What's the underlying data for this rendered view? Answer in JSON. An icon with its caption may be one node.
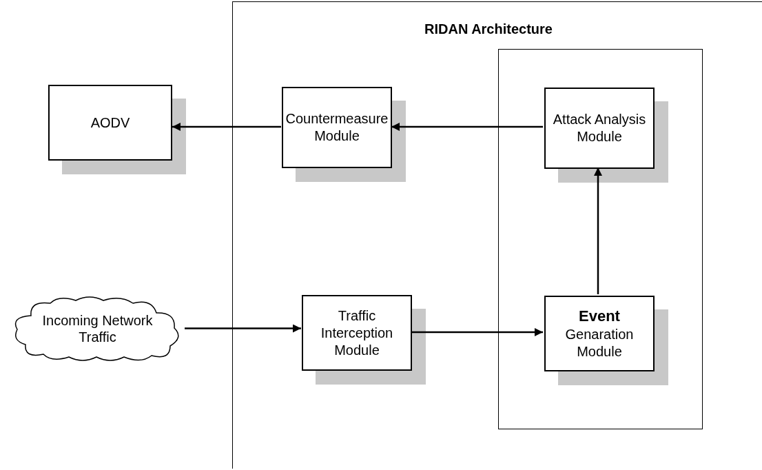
{
  "diagram": {
    "nodes": [
      {
        "text": [
          "RIDAN Architecture"
        ]
      },
      {
        "text": [],
        "shape": "box",
        "in": 0
      },
      {
        "text": [
          "AODV"
        ]
      },
      {
        "text": [
          "Countermeasure Module"
        ],
        "in": 0
      },
      {
        "text": [
          "Attack Analysis Module"
        ],
        "in": 1
      },
      {
        "text": [
          "Incoming Network Traffic"
        ]
      },
      {
        "text": [
          "Traffic Interception Module"
        ],
        "in": 0
      },
      {
        "text": [
          "**Event** Genaration Module"
        ],
        "in": 1
      }
    ],
    "edges": [
      {
        "from": 3,
        "to": 2,
        "arrow": "to"
      },
      {
        "from": 4,
        "to": 3,
        "arrow": "to"
      },
      {
        "from": 5,
        "to": 6,
        "arrow": "to"
      },
      {
        "from": 6,
        "to": 7,
        "arrow": "to"
      },
      {
        "from": 7,
        "to": 4,
        "arrow": "to"
      }
    ]
  }
}
